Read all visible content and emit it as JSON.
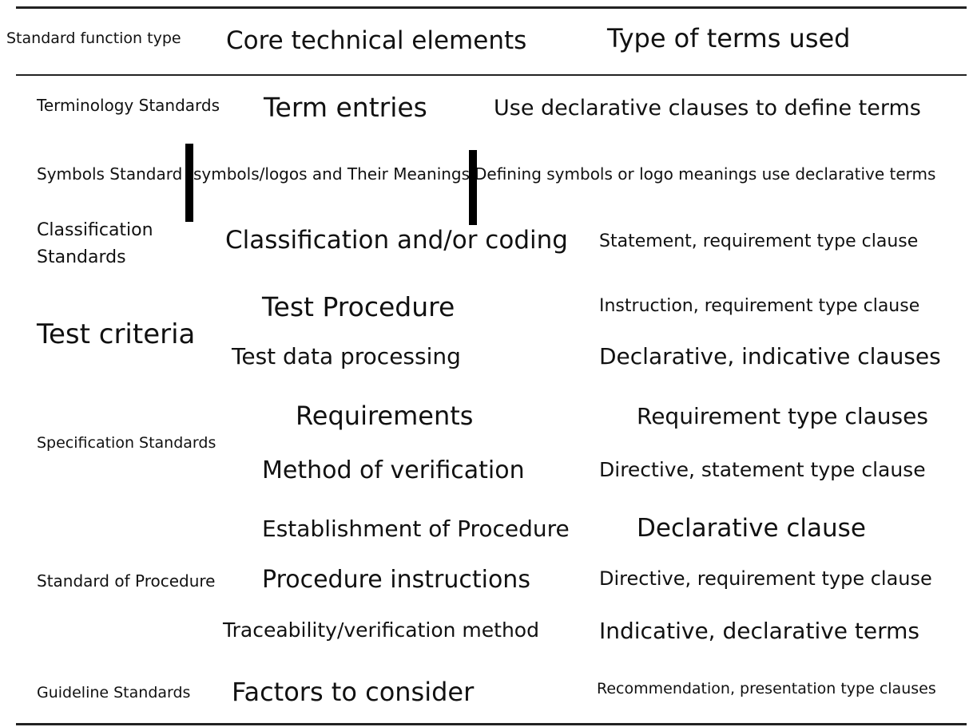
{
  "header": {
    "col1": "Standard function type",
    "col2": "Core technical elements",
    "col3": "Type of terms used"
  },
  "rows": {
    "terminology": {
      "type": "Terminology Standards",
      "elements": [
        "Term entries"
      ],
      "terms": [
        "Use declarative clauses to define terms"
      ]
    },
    "symbols": {
      "type": "Symbols Standard",
      "elements": [
        "symbols/logos and Their Meanings"
      ],
      "terms": [
        "Defining symbols or logo meanings use declarative terms"
      ]
    },
    "classification": {
      "type_line1": "Classification",
      "type_line2": "Standards",
      "elements": [
        "Classification and/or coding"
      ],
      "terms": [
        "Statement, requirement type clause"
      ]
    },
    "test": {
      "type": "Test criteria",
      "elements": [
        "Test Procedure",
        "Test data processing"
      ],
      "terms": [
        "Instruction, requirement type clause",
        "Declarative, indicative clauses"
      ]
    },
    "specification": {
      "type": "Specification Standards",
      "elements": [
        "Requirements",
        "Method of verification"
      ],
      "terms": [
        "Requirement type clauses",
        "Directive, statement type clause"
      ]
    },
    "procedure": {
      "type": "Standard of Procedure",
      "elements": [
        "Establishment of Procedure",
        "Procedure instructions",
        "Traceability/verification method"
      ],
      "terms": [
        "Declarative clause",
        "Directive, requirement type clause",
        "Indicative, declarative terms"
      ]
    },
    "guideline": {
      "type": "Guideline Standards",
      "elements": [
        "Factors to consider"
      ],
      "terms": [
        "Recommendation, presentation type clauses"
      ]
    }
  }
}
